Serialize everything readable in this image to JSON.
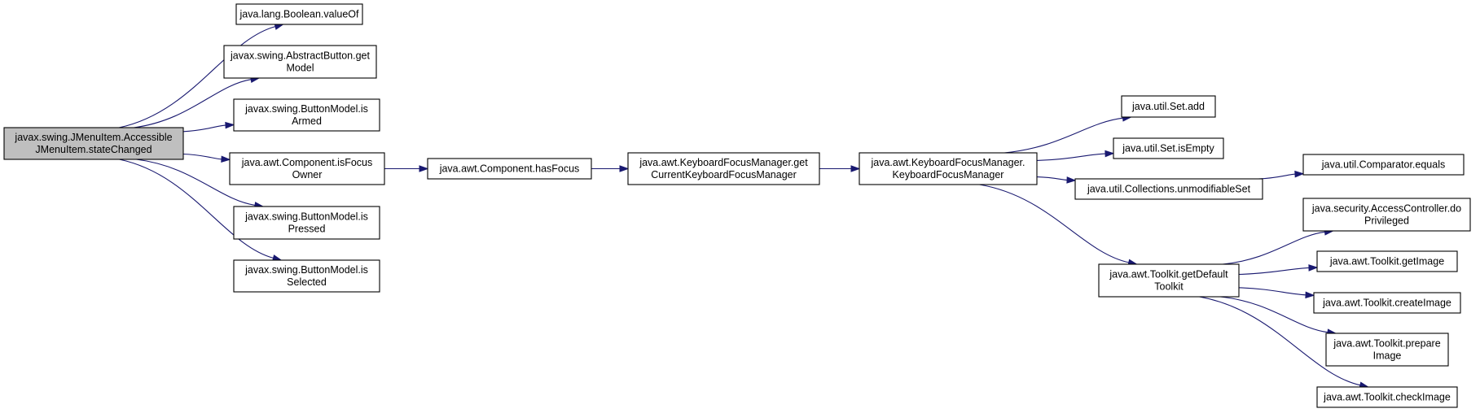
{
  "colors": {
    "edge": "#191970",
    "node_border": "#000000",
    "node_fill": "#ffffff",
    "root_fill": "#bfbfbf"
  },
  "nodes": [
    {
      "id": "root",
      "lines": [
        "javax.swing.JMenuItem.Accessible",
        "JMenuItem.stateChanged"
      ],
      "highlight": true
    },
    {
      "id": "boolean_valueof",
      "lines": [
        "java.lang.Boolean.valueOf"
      ]
    },
    {
      "id": "abstractbutton_getmodel",
      "lines": [
        "javax.swing.AbstractButton.get",
        "Model"
      ]
    },
    {
      "id": "buttonmodel_isarmed",
      "lines": [
        "javax.swing.ButtonModel.is",
        "Armed"
      ]
    },
    {
      "id": "component_isfocusowner",
      "lines": [
        "java.awt.Component.isFocus",
        "Owner"
      ]
    },
    {
      "id": "buttonmodel_ispressed",
      "lines": [
        "javax.swing.ButtonModel.is",
        "Pressed"
      ]
    },
    {
      "id": "buttonmodel_isselected",
      "lines": [
        "javax.swing.ButtonModel.is",
        "Selected"
      ]
    },
    {
      "id": "component_hasfocus",
      "lines": [
        "java.awt.Component.hasFocus"
      ]
    },
    {
      "id": "kfm_getcurrent",
      "lines": [
        "java.awt.KeyboardFocusManager.get",
        "CurrentKeyboardFocusManager"
      ]
    },
    {
      "id": "kfm_ctor",
      "lines": [
        "java.awt.KeyboardFocusManager.",
        "KeyboardFocusManager"
      ]
    },
    {
      "id": "set_add",
      "lines": [
        "java.util.Set.add"
      ]
    },
    {
      "id": "set_isempty",
      "lines": [
        "java.util.Set.isEmpty"
      ]
    },
    {
      "id": "collections_unmodifiableset",
      "lines": [
        "java.util.Collections.unmodifiableSet"
      ]
    },
    {
      "id": "comparator_equals",
      "lines": [
        "java.util.Comparator.equals"
      ]
    },
    {
      "id": "toolkit_getdefaulttoolkit",
      "lines": [
        "java.awt.Toolkit.getDefault",
        "Toolkit"
      ]
    },
    {
      "id": "accesscontroller_doprivileged",
      "lines": [
        "java.security.AccessController.do",
        "Privileged"
      ]
    },
    {
      "id": "toolkit_getimage",
      "lines": [
        "java.awt.Toolkit.getImage"
      ]
    },
    {
      "id": "toolkit_createimage",
      "lines": [
        "java.awt.Toolkit.createImage"
      ]
    },
    {
      "id": "toolkit_prepareimage",
      "lines": [
        "java.awt.Toolkit.prepare",
        "Image"
      ]
    },
    {
      "id": "toolkit_checkimage",
      "lines": [
        "java.awt.Toolkit.checkImage"
      ]
    }
  ],
  "edges": [
    {
      "from": "root",
      "to": "boolean_valueof"
    },
    {
      "from": "root",
      "to": "abstractbutton_getmodel"
    },
    {
      "from": "root",
      "to": "buttonmodel_isarmed"
    },
    {
      "from": "root",
      "to": "component_isfocusowner"
    },
    {
      "from": "root",
      "to": "buttonmodel_ispressed"
    },
    {
      "from": "root",
      "to": "buttonmodel_isselected"
    },
    {
      "from": "component_isfocusowner",
      "to": "component_hasfocus"
    },
    {
      "from": "component_hasfocus",
      "to": "kfm_getcurrent"
    },
    {
      "from": "kfm_getcurrent",
      "to": "kfm_ctor"
    },
    {
      "from": "kfm_ctor",
      "to": "set_add"
    },
    {
      "from": "kfm_ctor",
      "to": "set_isempty"
    },
    {
      "from": "kfm_ctor",
      "to": "collections_unmodifiableset"
    },
    {
      "from": "kfm_ctor",
      "to": "toolkit_getdefaulttoolkit"
    },
    {
      "from": "collections_unmodifiableset",
      "to": "comparator_equals"
    },
    {
      "from": "toolkit_getdefaulttoolkit",
      "to": "accesscontroller_doprivileged"
    },
    {
      "from": "toolkit_getdefaulttoolkit",
      "to": "toolkit_getimage"
    },
    {
      "from": "toolkit_getdefaulttoolkit",
      "to": "toolkit_createimage"
    },
    {
      "from": "toolkit_getdefaulttoolkit",
      "to": "toolkit_prepareimage"
    },
    {
      "from": "toolkit_getdefaulttoolkit",
      "to": "toolkit_checkimage"
    }
  ]
}
